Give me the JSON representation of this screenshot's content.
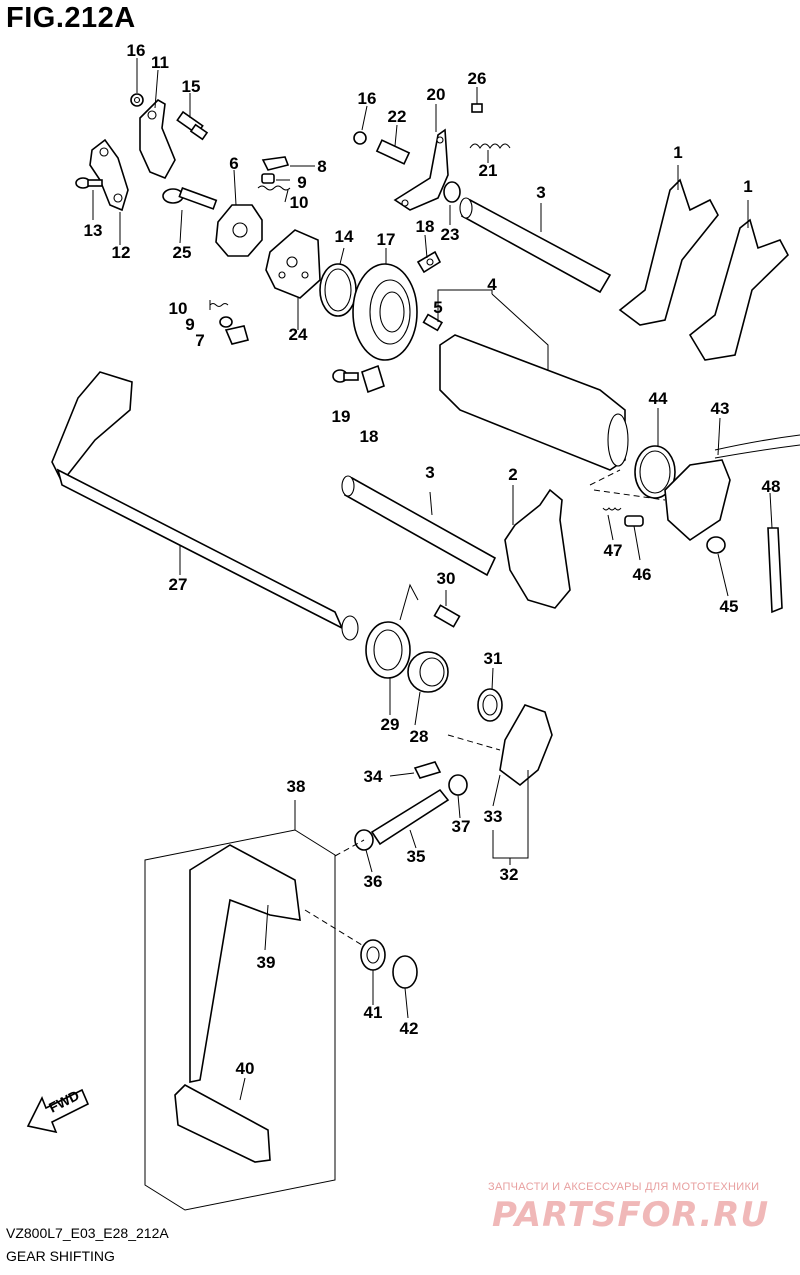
{
  "figure": {
    "title": "FIG.212A",
    "model_code": "VZ800L7_E03_E28_212A",
    "section_name": "GEAR SHIFTING",
    "direction_label": "FWD"
  },
  "watermark": {
    "tagline": "ЗАПЧАСТИ И АКСЕССУАРЫ ДЛЯ МОТОТЕХНИКИ",
    "brand": "PARTSFOR.RU",
    "color": "#f0b8b8"
  },
  "callouts": {
    "c1a": "1",
    "c1b": "1",
    "c2": "2",
    "c3a": "3",
    "c3b": "3",
    "c4": "4",
    "c5": "5",
    "c6": "6",
    "c7": "7",
    "c8": "8",
    "c9a": "9",
    "c9b": "9",
    "c10a": "10",
    "c10b": "10",
    "c11": "11",
    "c12": "12",
    "c13": "13",
    "c14": "14",
    "c15": "15",
    "c16a": "16",
    "c16b": "16",
    "c17": "17",
    "c18a": "18",
    "c18b": "18",
    "c19": "19",
    "c20": "20",
    "c21": "21",
    "c22": "22",
    "c23": "23",
    "c24": "24",
    "c25": "25",
    "c26": "26",
    "c27": "27",
    "c28": "28",
    "c29": "29",
    "c30": "30",
    "c31": "31",
    "c32": "32",
    "c33": "33",
    "c34": "34",
    "c35": "35",
    "c36": "36",
    "c37": "37",
    "c38": "38",
    "c39": "39",
    "c40": "40",
    "c41": "41",
    "c42": "42",
    "c43": "43",
    "c44": "44",
    "c45": "45",
    "c46": "46",
    "c47": "47",
    "c48": "48"
  }
}
